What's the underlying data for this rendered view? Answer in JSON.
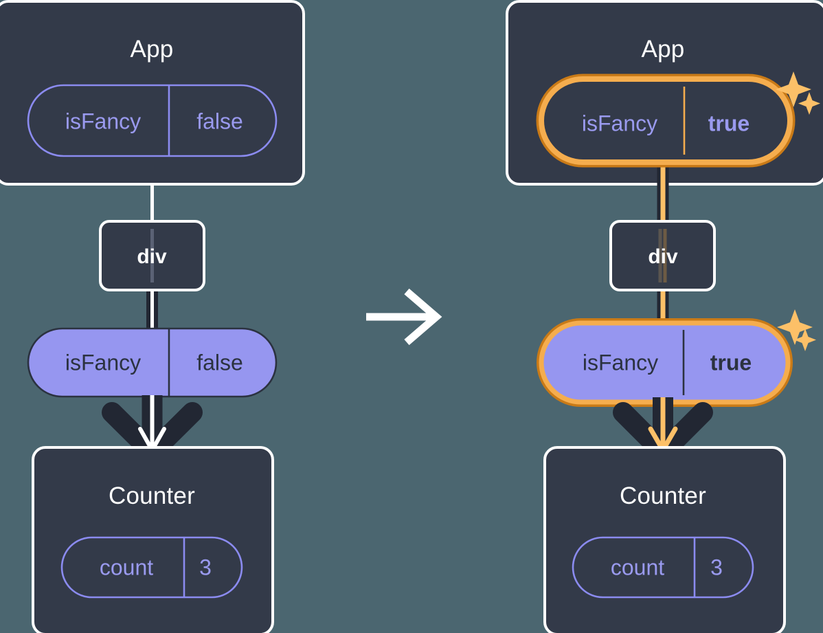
{
  "meta": {
    "background_color": "#4b6670",
    "panel_color": "#333a49",
    "panel_border_color": "#ffffff",
    "pill_purple": "#9a9aef",
    "pill_purple_fill": "#9696f0",
    "highlight_orange_outer": "#c97a17",
    "highlight_orange_inner": "#f9b košer",
    "arrow_dark": "#222733",
    "arrow_light": "#ffffff",
    "arrow_orange": "#fcc068"
  },
  "diagram": {
    "type": "react-state-propagation",
    "transition_arrow": "right-arrow",
    "panels": [
      {
        "id": "before",
        "highlighted": false,
        "root": {
          "name": "App",
          "state_pill": {
            "key": "isFancy",
            "value": "false",
            "highlighted": false,
            "style": "outline"
          }
        },
        "middle": {
          "name": "div"
        },
        "props_pill": {
          "key": "isFancy",
          "value": "false",
          "highlighted": false,
          "style": "filled"
        },
        "child": {
          "name": "Counter",
          "state_pill": {
            "key": "count",
            "value": "3",
            "highlighted": false,
            "style": "outline"
          }
        }
      },
      {
        "id": "after",
        "highlighted": true,
        "root": {
          "name": "App",
          "state_pill": {
            "key": "isFancy",
            "value": "true",
            "highlighted": true,
            "style": "outline"
          }
        },
        "middle": {
          "name": "div"
        },
        "props_pill": {
          "key": "isFancy",
          "value": "true",
          "highlighted": true,
          "style": "filled"
        },
        "child": {
          "name": "Counter",
          "state_pill": {
            "key": "count",
            "value": "3",
            "highlighted": false,
            "style": "outline"
          }
        }
      }
    ],
    "sparkles": [
      {
        "panel": "after",
        "near": "app-state-pill",
        "count": 2
      },
      {
        "panel": "after",
        "near": "props-pill",
        "count": 2
      }
    ]
  }
}
